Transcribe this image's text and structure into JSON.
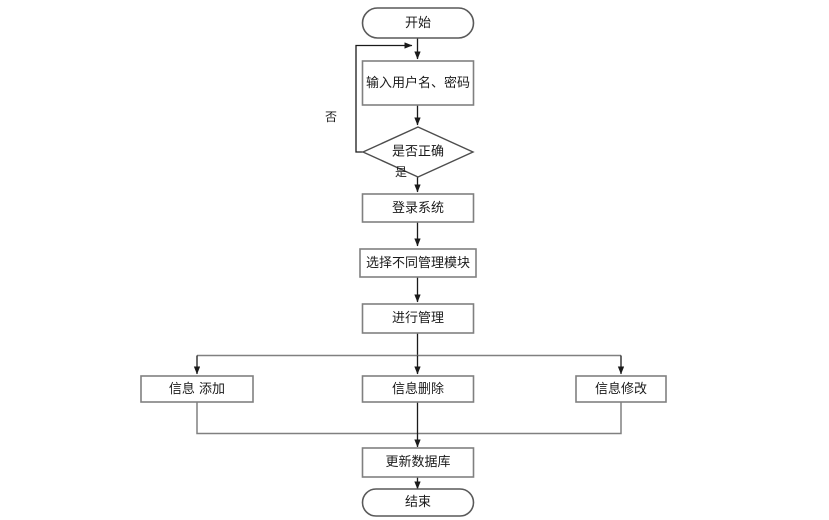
{
  "diagram": {
    "type": "flowchart",
    "title": "",
    "orientation": "top-to-bottom",
    "background_color": "#ffffff",
    "node_fill_color": "#ffffff",
    "node_border_color": "#808080",
    "connector_color": "#1a1a1a",
    "text_color": "#1a1a1a",
    "nodes": {
      "start": {
        "label": "开始",
        "shape": "terminal"
      },
      "input_credentials": {
        "label": "输入用户名、密码",
        "shape": "process"
      },
      "is_correct": {
        "label": "是否正确",
        "shape": "decision"
      },
      "login_system": {
        "label": "登录系统",
        "shape": "process"
      },
      "select_module": {
        "label": "选择不同管理模块",
        "shape": "process"
      },
      "do_manage": {
        "label": "进行管理",
        "shape": "process"
      },
      "info_add": {
        "label": "信息 添加",
        "shape": "process"
      },
      "info_delete": {
        "label": "信息删除",
        "shape": "process"
      },
      "info_modify": {
        "label": "信息修改",
        "shape": "process"
      },
      "update_db": {
        "label": "更新数据库",
        "shape": "process"
      },
      "end": {
        "label": "结束",
        "shape": "terminal"
      }
    },
    "edge_labels": {
      "no_branch": "否",
      "yes_branch": "是"
    }
  }
}
